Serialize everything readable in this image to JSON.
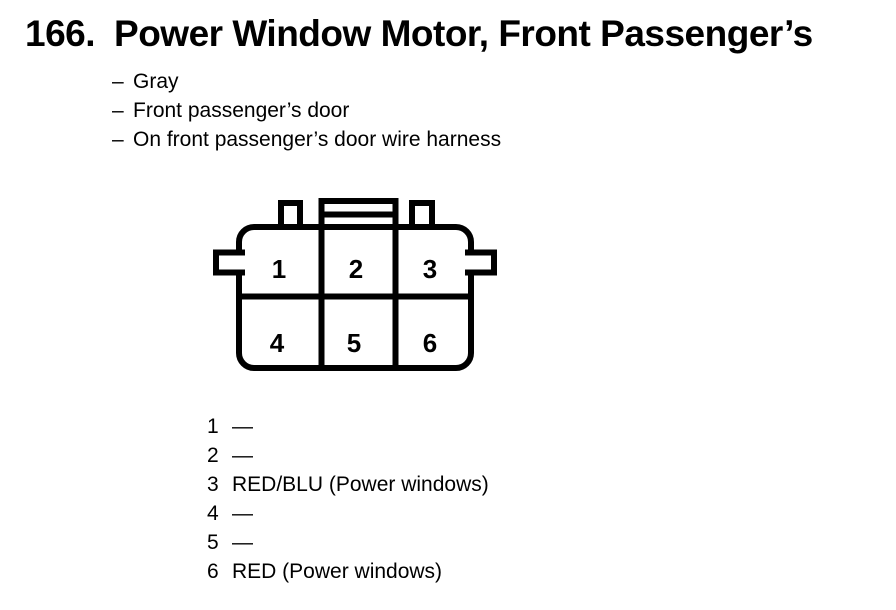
{
  "page": {
    "item_number": "166.",
    "title": "Power Window Motor, Front Passenger’s"
  },
  "attributes": {
    "dash": "–",
    "items": [
      "Gray",
      "Front passenger’s door",
      "On front passenger’s door wire harness"
    ]
  },
  "connector": {
    "description": "6-cavity connector, 2 rows x 3 columns",
    "cavities": [
      "1",
      "2",
      "3",
      "4",
      "5",
      "6"
    ]
  },
  "pinout": [
    {
      "pin": "1",
      "wire": "—"
    },
    {
      "pin": "2",
      "wire": "—"
    },
    {
      "pin": "3",
      "wire": "RED/BLU (Power windows)"
    },
    {
      "pin": "4",
      "wire": "—"
    },
    {
      "pin": "5",
      "wire": "—"
    },
    {
      "pin": "6",
      "wire": "RED (Power windows)"
    }
  ],
  "colors": {
    "ink": "#000000",
    "background": "#ffffff"
  }
}
